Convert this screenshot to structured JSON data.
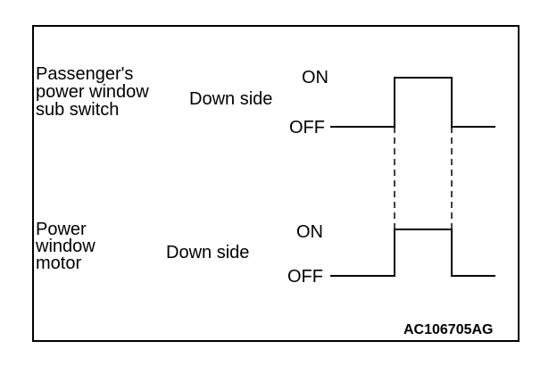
{
  "signals": [
    {
      "name_lines": [
        "Passenger's",
        "power window",
        "sub switch"
      ],
      "side": "Down side",
      "on_label": "ON",
      "off_label": "OFF"
    },
    {
      "name_lines": [
        "Power",
        "window",
        "motor"
      ],
      "side": "Down side",
      "on_label": "ON",
      "off_label": "OFF"
    }
  ],
  "figure_code": "AC106705AG",
  "colors": {
    "line": "#000000",
    "background": "#ffffff"
  }
}
